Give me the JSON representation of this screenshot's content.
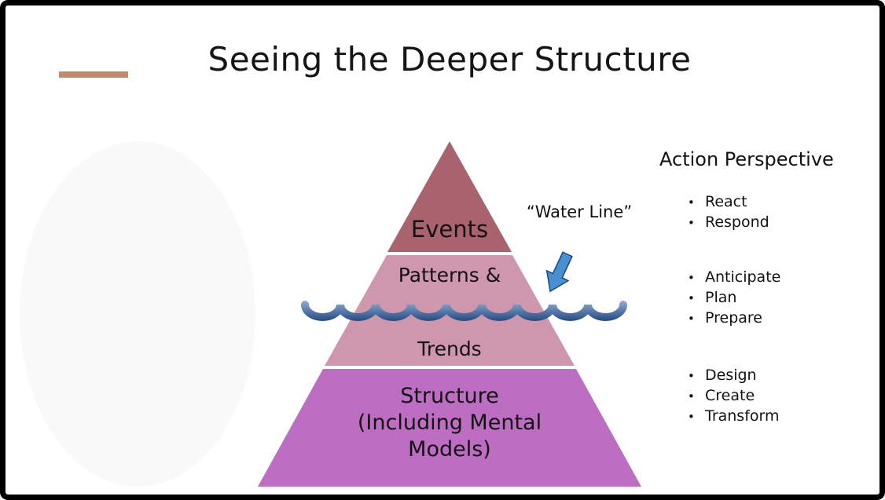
{
  "title": "Seeing the Deeper Structure",
  "accent_bar_color": "#c08a6e",
  "pyramid": {
    "levels": [
      {
        "label": "Events",
        "color": "#a8636e"
      },
      {
        "label_line1": "Patterns &",
        "label_line2": "Trends",
        "color": "#cf97ae"
      },
      {
        "label_line1": "Structure",
        "label_line2": "(Including Mental",
        "label_line3": "Models)",
        "color": "#bd6dc2"
      }
    ]
  },
  "waterline": {
    "label": "“Water Line”",
    "wave_color_top": "#9db9dd",
    "wave_color_bottom": "#173f77",
    "arrow_color_light": "#4a90cf",
    "arrow_color_dark": "#1a5fa8"
  },
  "action_perspective": {
    "title": "Action Perspective",
    "groups": [
      {
        "items": [
          "React",
          "Respond"
        ]
      },
      {
        "items": [
          "Anticipate",
          "Plan",
          "Prepare"
        ]
      },
      {
        "items": [
          "Design",
          "Create",
          "Transform"
        ]
      }
    ]
  }
}
